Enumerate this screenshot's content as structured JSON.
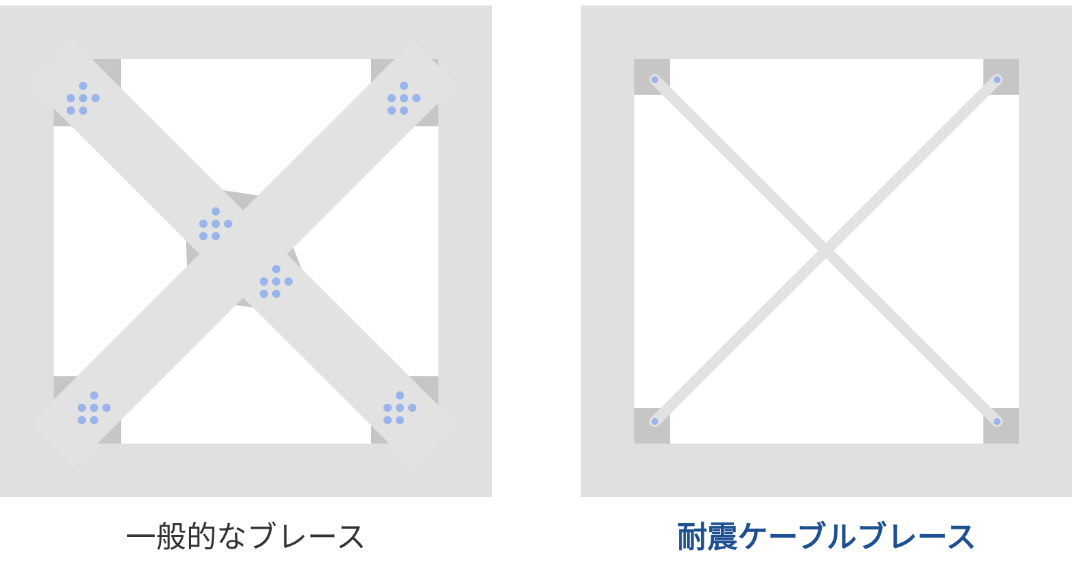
{
  "diagrams": [
    {
      "id": "conventional-brace",
      "caption": "一般的なブレース"
    },
    {
      "id": "seismic-cable-brace",
      "caption": "耐震ケーブルブレース"
    }
  ],
  "colors": {
    "frame": "#e0e0e0",
    "gusset_plate": "#c6c6c6",
    "brace_member": "#e2e2e2",
    "bolt": "#9ab4ec",
    "caption_default": "#333333",
    "caption_highlight": "#1d4f91",
    "background": "#ffffff"
  }
}
